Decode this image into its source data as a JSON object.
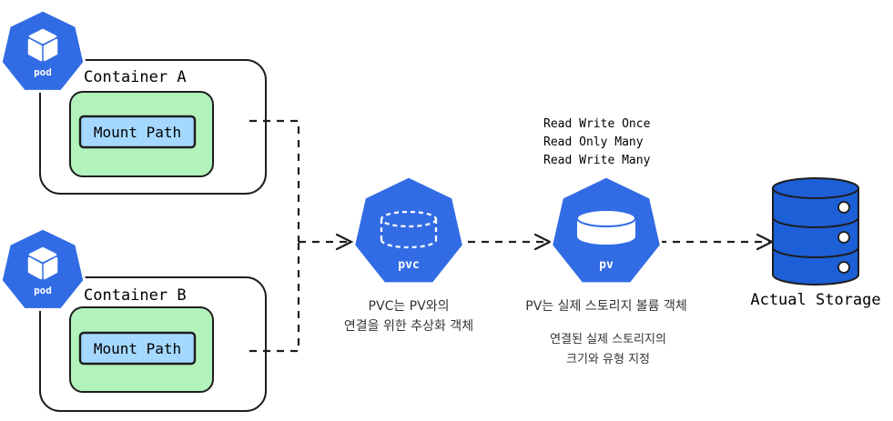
{
  "pods": [
    {
      "icon_label": "pod",
      "container_label": "Container A",
      "mount_label": "Mount Path"
    },
    {
      "icon_label": "pod",
      "container_label": "Container B",
      "mount_label": "Mount Path"
    }
  ],
  "pvc": {
    "icon_label": "pvc",
    "caption_line1": "PVC는 PV와의",
    "caption_line2": "연결을 위한 추상화 객체"
  },
  "pv": {
    "icon_label": "pv",
    "access_modes": [
      "Read Write Once",
      "Read Only Many",
      "Read Write Many"
    ],
    "caption": "PV는 실제 스토리지 볼륨 객체",
    "note_line1": "연결된 실제 스토리지의",
    "note_line2": "크기와 유형 지정"
  },
  "storage": {
    "label": "Actual Storage"
  },
  "colors": {
    "k8s_blue": "#326ce5",
    "container_fill": "#b2f2bb",
    "mount_fill": "#a5d8ff",
    "stroke": "#1e1e1e",
    "storage_blue": "#1c5fd6"
  }
}
